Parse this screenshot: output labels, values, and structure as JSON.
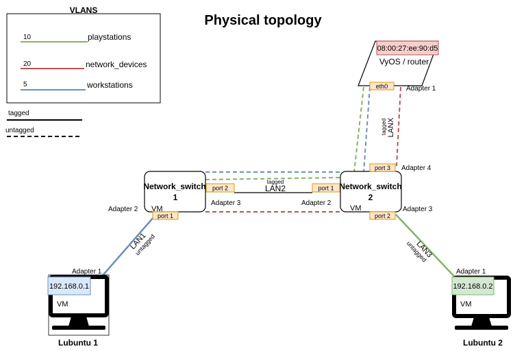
{
  "title": "Physical topology",
  "legend": {
    "title": "VLANS",
    "vlans": [
      {
        "id": "10",
        "name": "playstations",
        "color": "#82b366"
      },
      {
        "id": "20",
        "name": "network_devices",
        "color": "#b85450"
      },
      {
        "id": "5",
        "name": "workstations",
        "color": "#6c8ebf"
      }
    ],
    "tagged": "tagged",
    "untagged": "untagged"
  },
  "router": {
    "mac": "08:00:27:ee:90:d5",
    "label": "VyOS / router",
    "port": "eth0",
    "adapter": "Adapter 1"
  },
  "switch1": {
    "name_line1": "Network_switch",
    "name_line2": "1",
    "port_right": "port 2",
    "port_bottom": "port 1",
    "adapter_right": "Adapter 3",
    "adapter_left": "Adapter 2",
    "vm": "VM"
  },
  "switch2": {
    "name_line1": "Network_switch",
    "name_line2": "2",
    "port_left": "port 1",
    "port_top": "port 3",
    "port_bottom": "port 2",
    "adapter_left": "Adapter 2",
    "adapter_top": "Adapter 4",
    "adapter_bottom": "Adapter 3",
    "vm": "VM"
  },
  "links": {
    "lan2_tag": "tagged",
    "lan2": "LAN2",
    "lanx_tag": "tagged",
    "lanx": "LANX",
    "lan1": "LAN1",
    "lan1_tag": "untagged",
    "lan3": "LAN3",
    "lan3_tag": "untagged"
  },
  "host1": {
    "adapter": "Adapter 1",
    "ip": "192.168.0.1",
    "vm": "VM",
    "name": "Lubuntu 1"
  },
  "host2": {
    "adapter": "Adapter 1",
    "ip": "192.168.0.2",
    "vm": "VM",
    "name": "Lubuntu 2"
  },
  "colors": {
    "port_fill": "#ffe6cc",
    "port_stroke": "#d79b00",
    "mac_fill": "#f8cecc",
    "mac_stroke": "#b85450",
    "ip1_fill": "#dae8fc",
    "ip1_stroke": "#6c8ebf",
    "ip2_fill": "#d5e8d4",
    "ip2_stroke": "#82b366"
  }
}
